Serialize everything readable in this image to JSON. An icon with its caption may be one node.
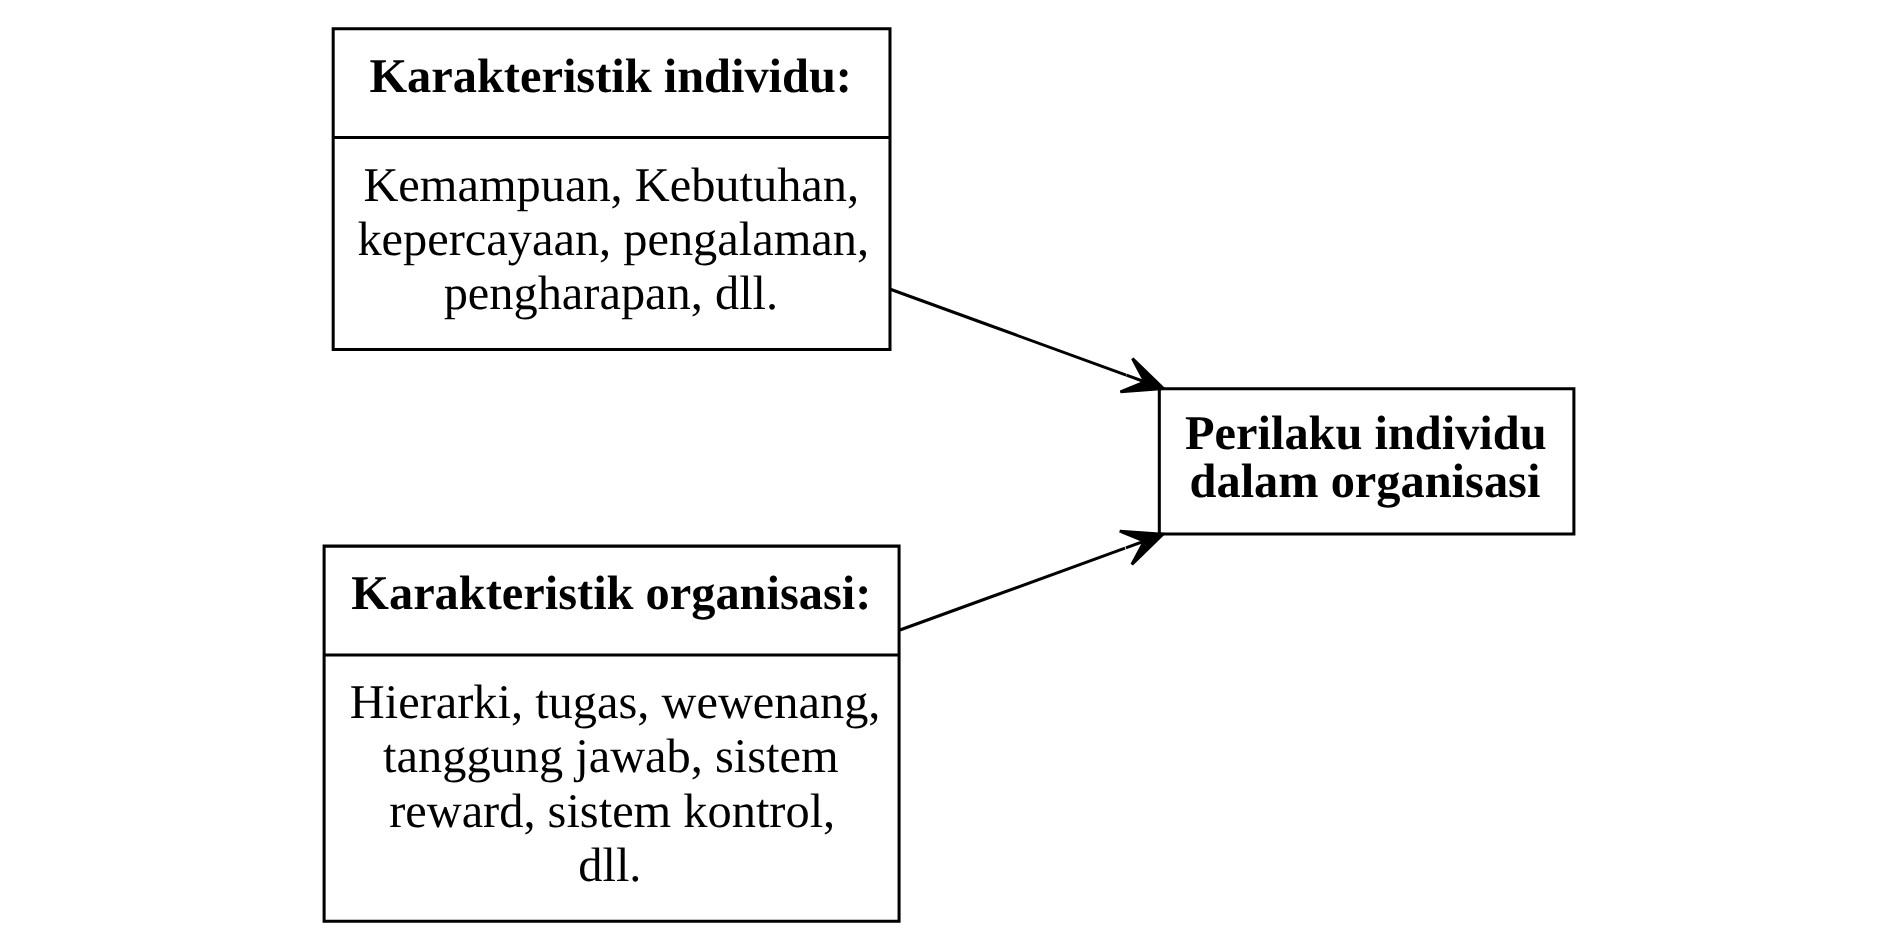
{
  "diagram": {
    "nodes": [
      {
        "text": [
          "Karakteristik individu:",
          "Kemampuan, Kebutuhan, kepercayaan, pengalaman, pengharapan, dll."
        ]
      },
      {
        "text": [
          "Perilaku individu dalam organisasi"
        ]
      },
      {
        "text": [
          "Karakteristik organisasi:",
          "Hierarki, tugas, wewenang, tanggung jawab, sistem reward, sistem kontrol, dll."
        ]
      }
    ],
    "edges": [
      {
        "from": 0,
        "to": 1,
        "arrow": "to"
      },
      {
        "from": 2,
        "to": 1,
        "arrow": "to"
      }
    ]
  }
}
